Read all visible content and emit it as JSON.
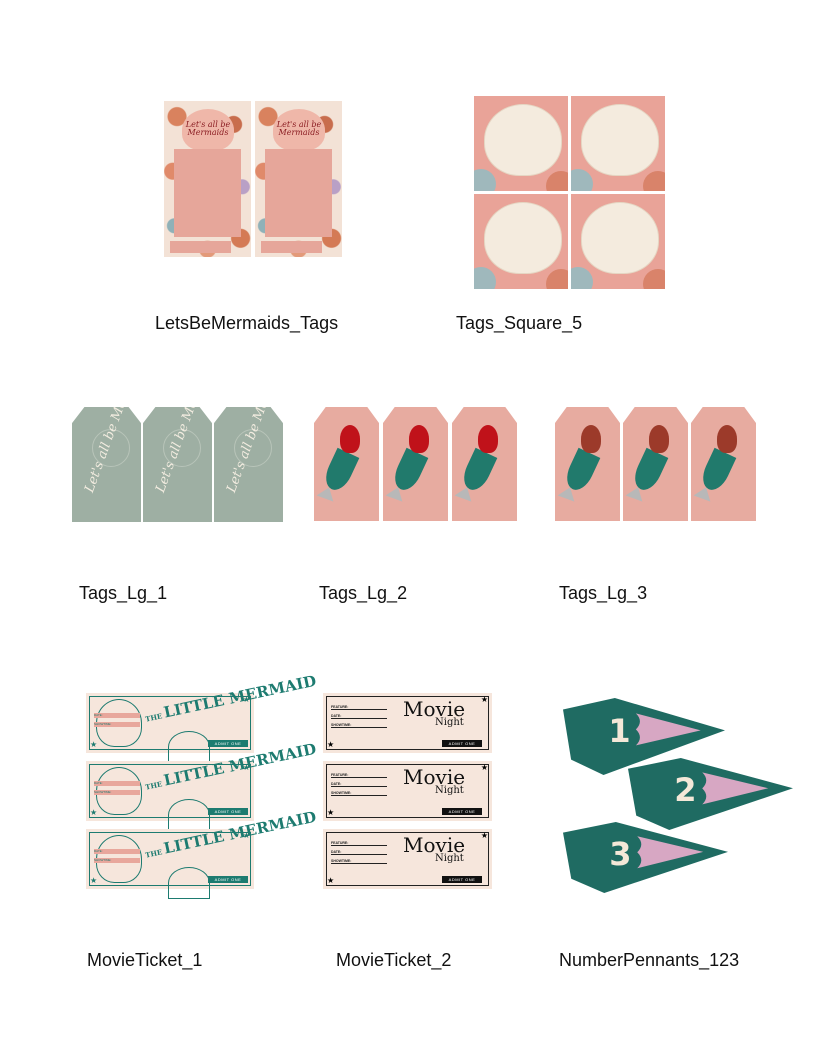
{
  "items": [
    {
      "label": "LetsBeMermaids_Tags",
      "script_text": "Let's all be Mermaids",
      "count": 2
    },
    {
      "label": "Tags_Square_5",
      "count": 4
    },
    {
      "label": "Tags_Lg_1",
      "script_text": "Let's all be Mermaids",
      "count": 3,
      "color": "#9eafa3"
    },
    {
      "label": "Tags_Lg_2",
      "count": 3,
      "hair_color": "#c0121a"
    },
    {
      "label": "Tags_Lg_3",
      "count": 3,
      "hair_color": "#9c3a2a"
    },
    {
      "label": "MovieTicket_1",
      "count": 3,
      "title_small": "THE",
      "title": "LITTLE MERMAID",
      "fields": [
        "DATE:",
        "SHOWTIME:"
      ],
      "admit": "ADMIT ONE",
      "color": "#1d7b70"
    },
    {
      "label": "MovieTicket_2",
      "count": 3,
      "title": "Movie",
      "subtitle": "Night",
      "fields": [
        "FEATURE:",
        "DATE:",
        "SHOWTIME:"
      ],
      "admit": "ADMIT ONE"
    },
    {
      "label": "NumberPennants_123",
      "numbers": [
        "1",
        "2",
        "3"
      ],
      "color": "#1f6b62",
      "tip_color": "#d7a7c3"
    }
  ]
}
